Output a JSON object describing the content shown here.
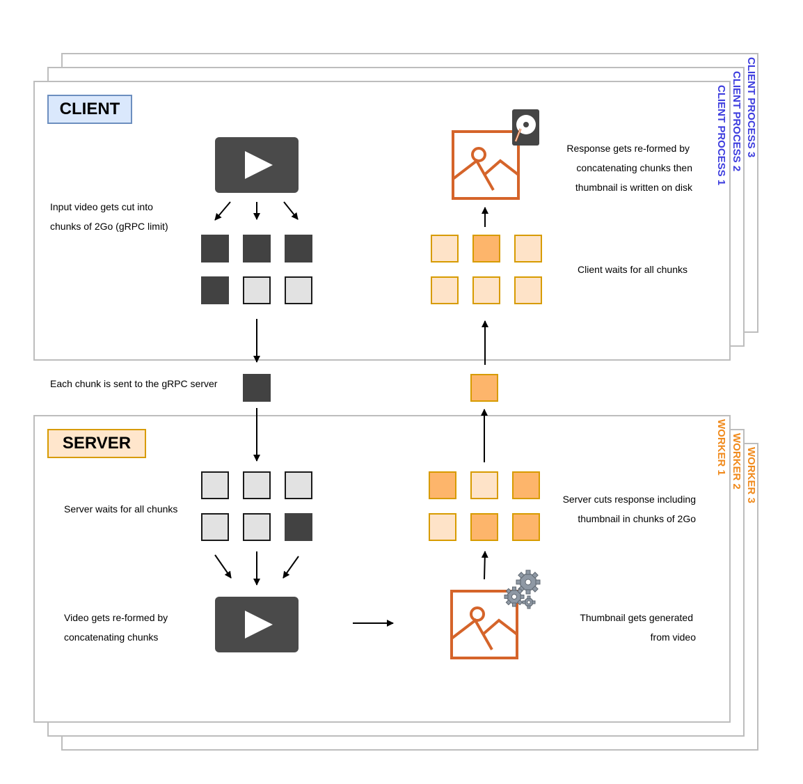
{
  "client": {
    "tag": "CLIENT",
    "process_labels": [
      "CLIENT PROCESS 1",
      "CLIENT PROCESS 2",
      "CLIENT PROCESS 3"
    ],
    "notes": {
      "cut": [
        "Input video gets cut into",
        "chunks of 2Go (gRPC limit)"
      ],
      "reform": [
        "Response gets re-formed by",
        "concatenating chunks then",
        "thumbnail is written on disk"
      ],
      "wait": [
        "Client waits for all chunks"
      ]
    }
  },
  "transfer": {
    "note": "Each chunk is sent to the gRPC server"
  },
  "server": {
    "tag": "SERVER",
    "worker_labels": [
      "WORKER 1",
      "WORKER 2",
      "WORKER 3"
    ],
    "notes": {
      "wait": [
        "Server waits for all chunks"
      ],
      "reform": [
        "Video gets re-formed by",
        "concatenating chunks"
      ],
      "cut": [
        "Server cuts response including",
        "thumbnail in chunks of 2Go"
      ],
      "generate": [
        "Thumbnail gets generated",
        "from video"
      ]
    }
  },
  "colors": {
    "client_accent": "#3d3dde",
    "server_accent": "#f08a1c",
    "image_icon": "#d5642a",
    "dark_chunk": "#424242",
    "light_chunk": "#e2e2e2",
    "orange_chunk": "#fdb56b",
    "pale_chunk": "#fee3c8"
  },
  "icons": [
    "play-icon",
    "image-icon",
    "hard-disk-icon",
    "gears-icon"
  ]
}
